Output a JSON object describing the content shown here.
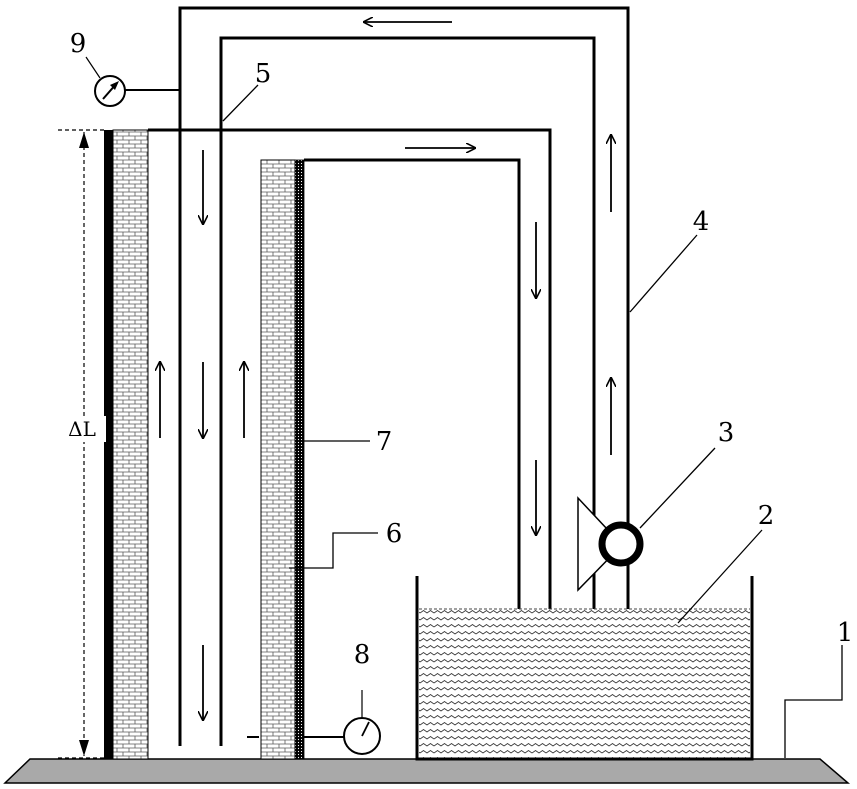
{
  "diagram": {
    "labels": {
      "ground_base": "1",
      "water_tank": "2",
      "pump": "3",
      "inner_pipe": "4",
      "outer_pipe": "5",
      "wall_layer_6": "6",
      "wall_layer_7": "7",
      "bottom_gauge": "8",
      "top_gauge": "9"
    },
    "height_difference": "ΔL"
  },
  "colors": {
    "line": "#000000",
    "ground": "#a9a9a9",
    "brick_fill": "#ffffff",
    "brick_line": "#555555"
  }
}
